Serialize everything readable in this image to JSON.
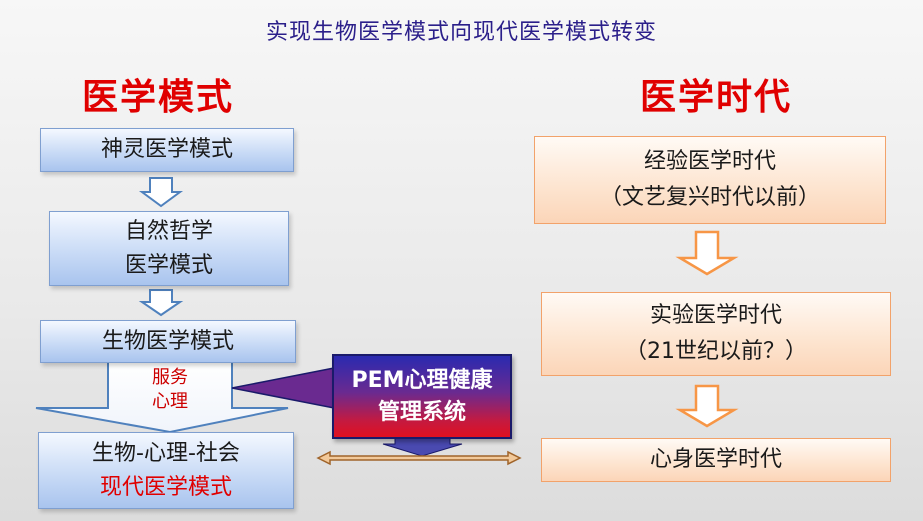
{
  "title": "实现生物医学模式向现代医学模式转变",
  "left": {
    "heading": "医学模式",
    "boxes": [
      {
        "lines": [
          "神灵医学模式"
        ]
      },
      {
        "lines": [
          "自然哲学",
          "医学模式"
        ]
      },
      {
        "lines": [
          "生物医学模式"
        ]
      },
      {
        "lines": [
          "生物-心理-社会",
          "现代医学模式"
        ]
      }
    ],
    "service_label": [
      "服务",
      "心理"
    ]
  },
  "pem": {
    "lines": [
      "PEM心理健康",
      "管理系统"
    ]
  },
  "right": {
    "heading": "医学时代",
    "boxes": [
      {
        "lines": [
          "经验医学时代",
          "（文艺复兴时代以前）"
        ]
      },
      {
        "lines": [
          "实验医学时代",
          "（21世纪以前？）"
        ]
      },
      {
        "lines": [
          "心身医学时代"
        ]
      }
    ]
  },
  "colors": {
    "title": "#2b1f8a",
    "heading": "#e00000",
    "blue_fill": "#c9dbf6",
    "blue_border": "#7f9fd0",
    "orange_fill": "#fde4cf",
    "orange_border": "#f2a26a",
    "arrow_orange": "#f79646",
    "arrow_blue": "#4f81bd"
  }
}
